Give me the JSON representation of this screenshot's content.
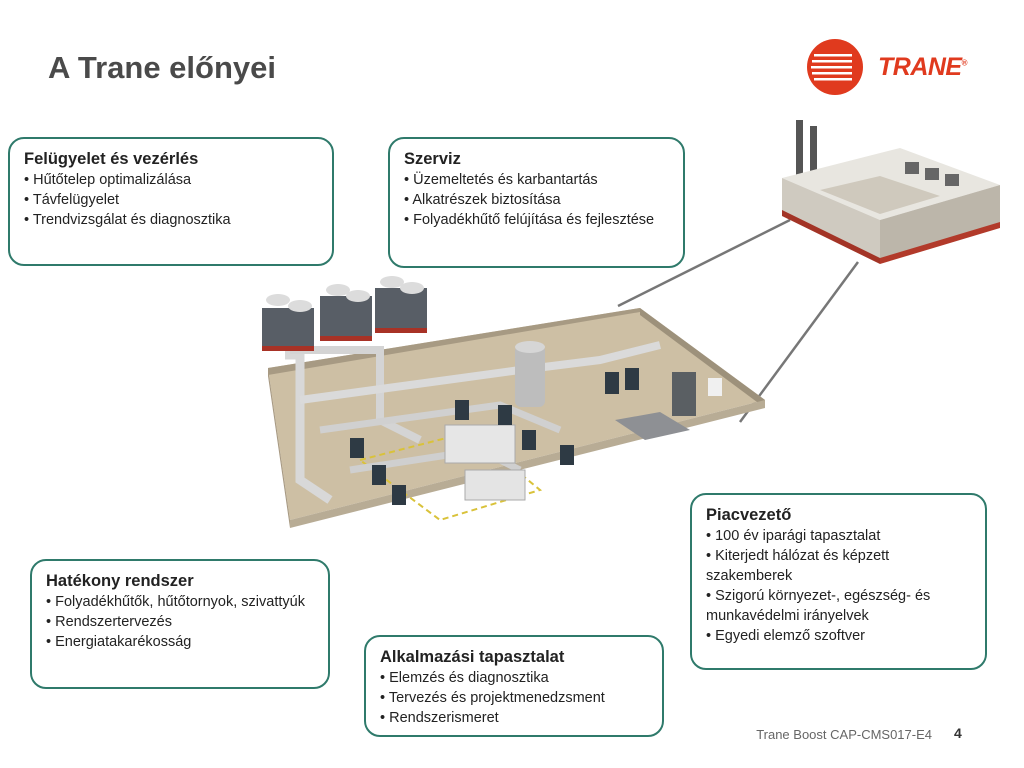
{
  "title": "A Trane előnyei",
  "logo": {
    "text": "TRANE",
    "reg": "®"
  },
  "boxes": {
    "monitoring": {
      "heading": "Felügyelet és vezérlés",
      "items": [
        "Hűtőtelep optimalizálása",
        "Távfelügyelet",
        "Trendvizsgálat és diagnosztika"
      ]
    },
    "service": {
      "heading": "Szerviz",
      "items": [
        "Üzemeltetés és karbantartás",
        "Alkatrészek biztosítása",
        "Folyadékhűtő felújítása és fejlesztése"
      ]
    },
    "market": {
      "heading": "Piacvezető",
      "items": [
        "100 év iparági tapasztalat",
        "Kiterjedt hálózat és képzett szakemberek",
        "Szigorú környezet-, egészség- és munkavédelmi irányelvek",
        "Egyedi elemző szoftver"
      ]
    },
    "efficient": {
      "heading": "Hatékony rendszer",
      "items": [
        "Folyadékhűtők, hűtőtornyok, szivattyúk",
        "Rendszertervezés",
        "Energiatakarékosság"
      ]
    },
    "application": {
      "heading": "Alkalmazási tapasztalat",
      "items": [
        "Elemzés és diagnosztika",
        "Tervezés és projektmenedzsment",
        "Rendszerismeret"
      ]
    }
  },
  "footer": {
    "text": "Trane Boost CAP-CMS017-E4",
    "page": "4"
  },
  "colors": {
    "accent": "#e03a1e",
    "border": "#2f7a6b"
  }
}
